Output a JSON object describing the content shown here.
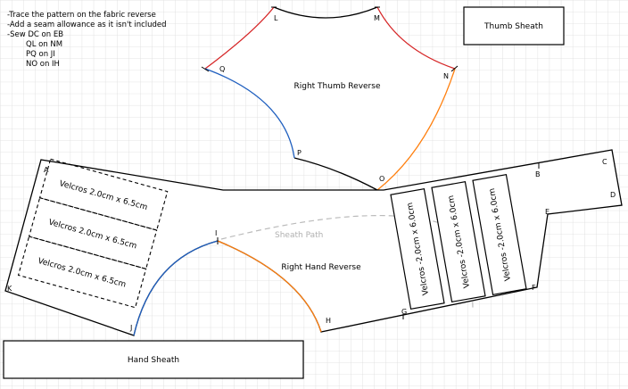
{
  "instructions": [
    "-Trace the pattern on the fabric reverse",
    "-Add a seam allowance as it isn't included",
    "-Sew DC on EB",
    "QL on NM",
    "PQ on JI",
    "NO on IH"
  ],
  "pieces": {
    "thumb_reverse": "Right Thumb Reverse",
    "hand_reverse": "Right Hand Reverse",
    "thumb_sheath": "Thumb Sheath",
    "hand_sheath": "Hand Sheath",
    "sheath_path": "Sheath Path"
  },
  "velcro_left": "Velcros 2.0cm x 6.5cm",
  "velcro_right": "Velcros -2.0cm x 6.0cm",
  "points": {
    "A": "A",
    "B": "B",
    "C": "C",
    "D": "D",
    "E": "E",
    "F": "F",
    "G": "G",
    "H": "H",
    "I": "I",
    "J": "J",
    "K": "K",
    "L": "L",
    "M": "M",
    "N": "N",
    "O": "O",
    "P": "P",
    "Q": "Q"
  },
  "colors": {
    "red": "#d62728",
    "blue": "#1f5fbf",
    "orange": "#ff7f0e",
    "grid": "#dcdcdc",
    "sheath_path": "#bbbbbb"
  }
}
